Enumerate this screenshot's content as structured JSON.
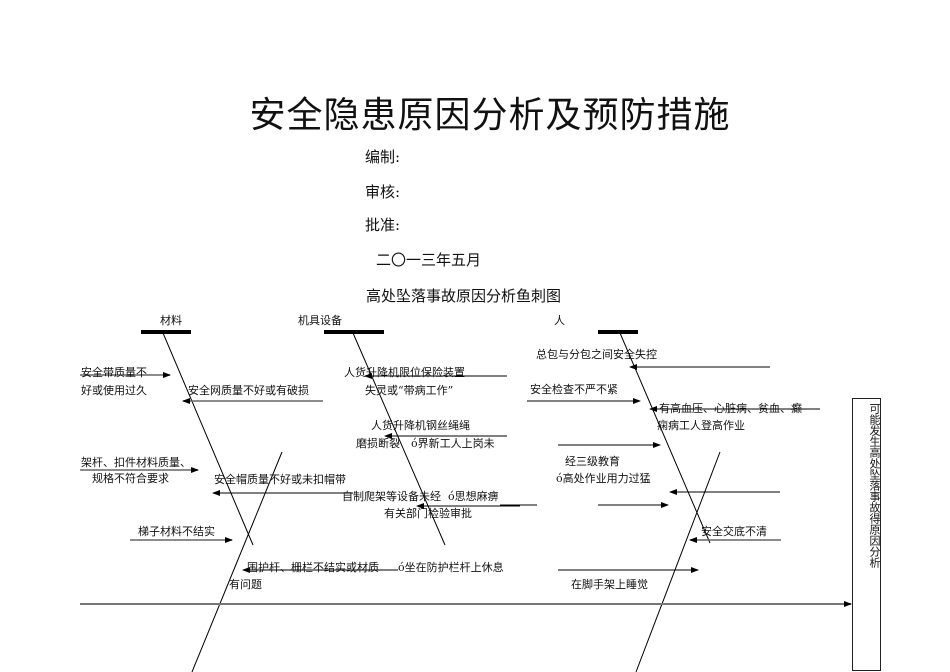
{
  "document": {
    "title": "安全隐患原因分析及预防措施",
    "compiled_by": "编制:",
    "reviewed_by": "审核:",
    "approved_by": "批准:",
    "date": "二〇一三年五月",
    "diagram_title": "高处坠落事故原因分析鱼刺图"
  },
  "fishbone": {
    "categories": {
      "material": "材料",
      "equipment": "机具设备",
      "people": "人"
    },
    "effect": "可能发生高处坠落事故得原因分析",
    "causes": {
      "belt_1": "安全带质量不",
      "belt_2": "好或使用过久",
      "net": "安全网质量不好或有破损",
      "rod_1": "架杆、扣件材料质量、",
      "rod_2": "规格不符合要求",
      "helmet": "安全帽质量不好或未扣帽带",
      "ladder": "梯子材料不结实",
      "rail_1": "围护杆、栅栏不结实或材质",
      "rail_2": "有问题",
      "lift_limit_1": "人货升降机限位保险装置",
      "lift_limit_2": "失灵或“带病工作”",
      "lift_rope_1": "人货升降机钢丝绳绳",
      "lift_rope_2": "磨损断裂",
      "self_made_1": "自制爬架等设备未经",
      "self_made_2": "有关部门检验审批",
      "contractor": "总包与分包之间安全失控",
      "inspection": "安全检查不严不紧",
      "illness_1": "有高血压、心脏病、贫血、癫",
      "illness_2": "痫病工人登高作业",
      "new_worker_1": "ó界新工人上岗未",
      "new_worker_2": "经三级教育",
      "numb": "ó思想麻痹",
      "force": "ó高处作业用力过猛",
      "briefing": "安全交底不清",
      "sit_rail": "ó坐在防护栏杆上休息",
      "sleep": "在脚手架上睡觉"
    }
  }
}
